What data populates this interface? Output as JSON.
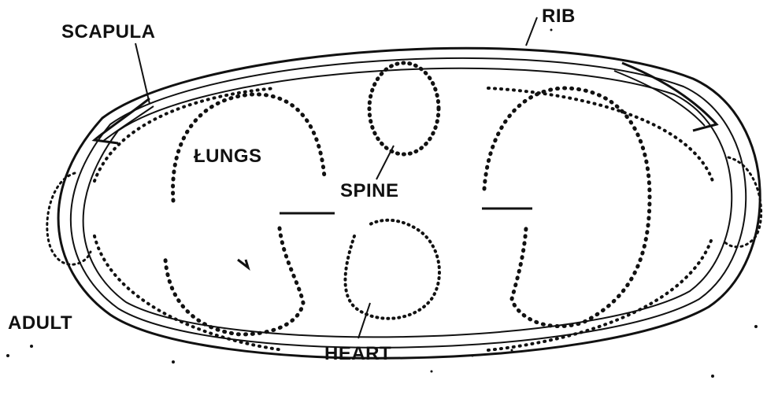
{
  "labels": {
    "scapula": "SCAPULA",
    "rib": "RIB",
    "lungs": "ŁUNGS",
    "spine": "SPINE",
    "heart": "HEART",
    "adult": "ADULT"
  },
  "colors": {
    "ink": "#111111",
    "background": "#ffffff"
  }
}
